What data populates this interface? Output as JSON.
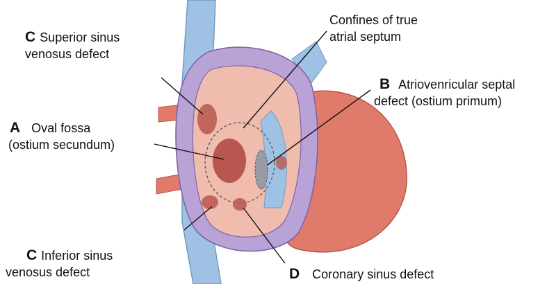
{
  "labels": {
    "c_superior": {
      "letter": "C",
      "line1": "Superior sinus",
      "line2": "venosus defect"
    },
    "a_oval": {
      "letter": "A",
      "line1": "Oval fossa",
      "line2": "(ostium secundum)"
    },
    "c_inferior": {
      "letter": "C",
      "line1": "Inferior sinus",
      "line2": "venosus defect"
    },
    "confines": {
      "line1": "Confines of true",
      "line2": "atrial septum"
    },
    "b_av": {
      "letter": "B",
      "line1": "Atriovenricular septal",
      "line2": "defect (ostium primum)"
    },
    "d_coronary": {
      "letter": "D",
      "text": "Coronary sinus defect"
    }
  },
  "colors": {
    "vein_blue": "#9fc2e4",
    "heart_red": "#e07a6a",
    "atrium_purple": "#b9a3d6",
    "septum_pink": "#f0bcae",
    "defect_dark": "#b8574f"
  }
}
